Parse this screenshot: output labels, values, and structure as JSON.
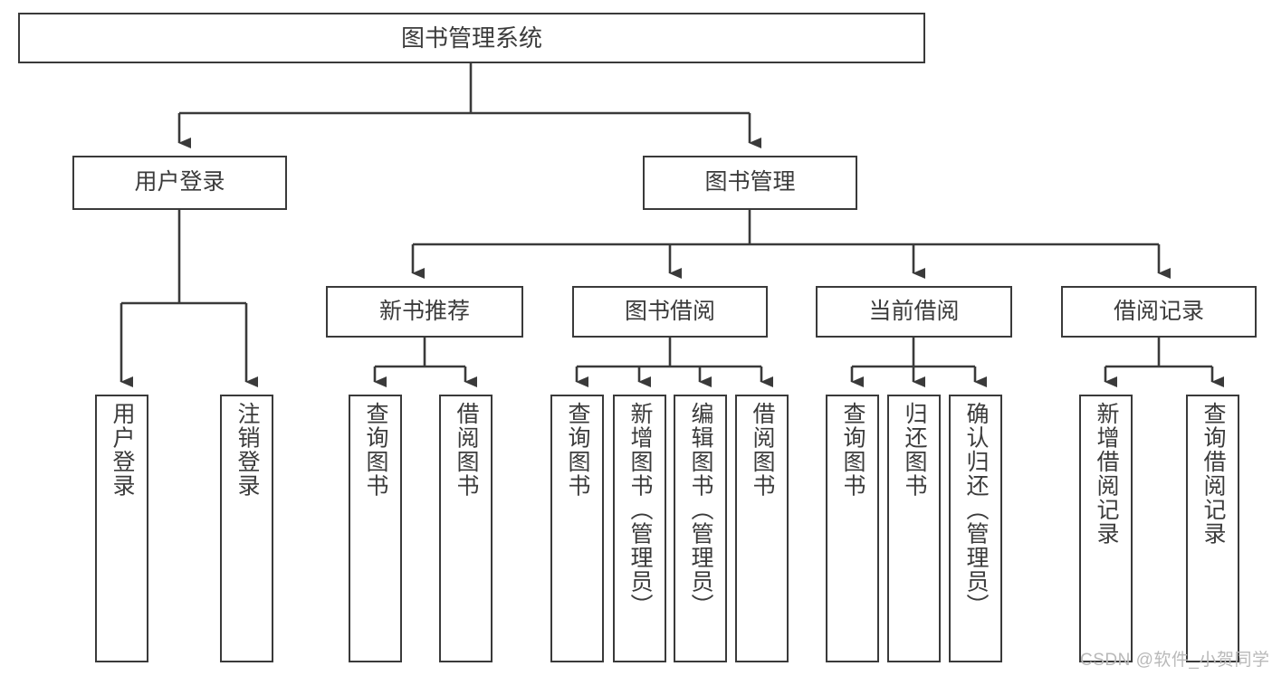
{
  "diagram": {
    "title": "图书管理系统",
    "type": "hierarchy-tree",
    "orientation": "top-down",
    "line_color": "#3a3a3a",
    "box_fill": "#ffffff",
    "text_color": "#3b3b3b"
  },
  "nodes": {
    "root": {
      "label": "图书管理系统",
      "level": 1
    },
    "level2": [
      {
        "id": "user-login",
        "label": "用户登录"
      },
      {
        "id": "book-manage",
        "label": "图书管理"
      }
    ],
    "level3": [
      {
        "id": "new-book-recommend",
        "label": "新书推荐"
      },
      {
        "id": "book-borrow",
        "label": "图书借阅"
      },
      {
        "id": "current-borrow",
        "label": "当前借阅"
      },
      {
        "id": "borrow-record",
        "label": "借阅记录"
      }
    ],
    "leaves": {
      "user-login": [
        {
          "id": "leaf-user-login",
          "label": "用户登录"
        },
        {
          "id": "leaf-logout-login",
          "label": "注销登录"
        }
      ],
      "new-book-recommend": [
        {
          "id": "leaf-query-book-1",
          "label": "查询图书"
        },
        {
          "id": "leaf-borrow-book-1",
          "label": "借阅图书"
        }
      ],
      "book-borrow": [
        {
          "id": "leaf-query-book-2",
          "label": "查询图书"
        },
        {
          "id": "leaf-add-book",
          "label": "新增图书（管理员）"
        },
        {
          "id": "leaf-edit-book",
          "label": "编辑图书（管理员）"
        },
        {
          "id": "leaf-borrow-book-2",
          "label": "借阅图书"
        }
      ],
      "current-borrow": [
        {
          "id": "leaf-query-book-3",
          "label": "查询图书"
        },
        {
          "id": "leaf-return-book",
          "label": "归还图书"
        },
        {
          "id": "leaf-confirm-return",
          "label": "确认归还（管理员）"
        }
      ],
      "borrow-record": [
        {
          "id": "leaf-add-record",
          "label": "新增借阅记录"
        },
        {
          "id": "leaf-query-record",
          "label": "查询借阅记录"
        }
      ]
    }
  },
  "watermark": {
    "text": "CSDN @软件_小贺同学"
  }
}
